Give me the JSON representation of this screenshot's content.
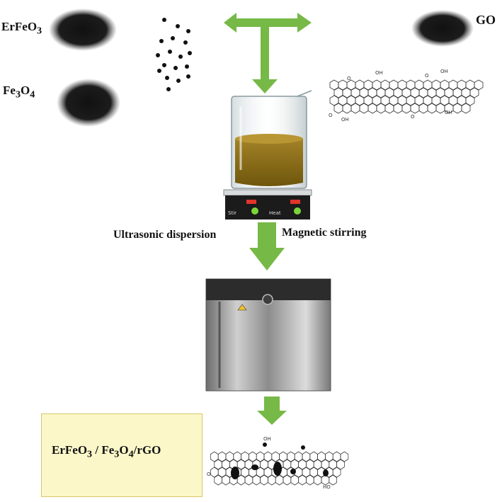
{
  "labels": {
    "erfeo3": {
      "main": "ErFeO",
      "sub": "3"
    },
    "fe3o4": {
      "a": "Fe",
      "sub1": "3",
      "b": "O",
      "sub2": "4"
    },
    "go": "GO",
    "ultrasonic": "Ultrasonic dispersion",
    "magnetic": "Magnetic stirring",
    "product": {
      "p1": "ErFeO",
      "s1": "3",
      "p2": " / Fe",
      "s2": "3",
      "p3": "O",
      "s3": "4",
      "p4": "/rGO"
    }
  },
  "stirrer": {
    "stir_label": "Stir",
    "heat_label": "Heat"
  },
  "go_sheet_groups": [
    "OH",
    "O",
    "O",
    "OH",
    "O",
    "OH",
    "O",
    "OH"
  ],
  "colors": {
    "arrow_green": "#76b947",
    "liquid": "#8a6e14",
    "product_box": "#fbf7c9",
    "powder": "#141414"
  }
}
